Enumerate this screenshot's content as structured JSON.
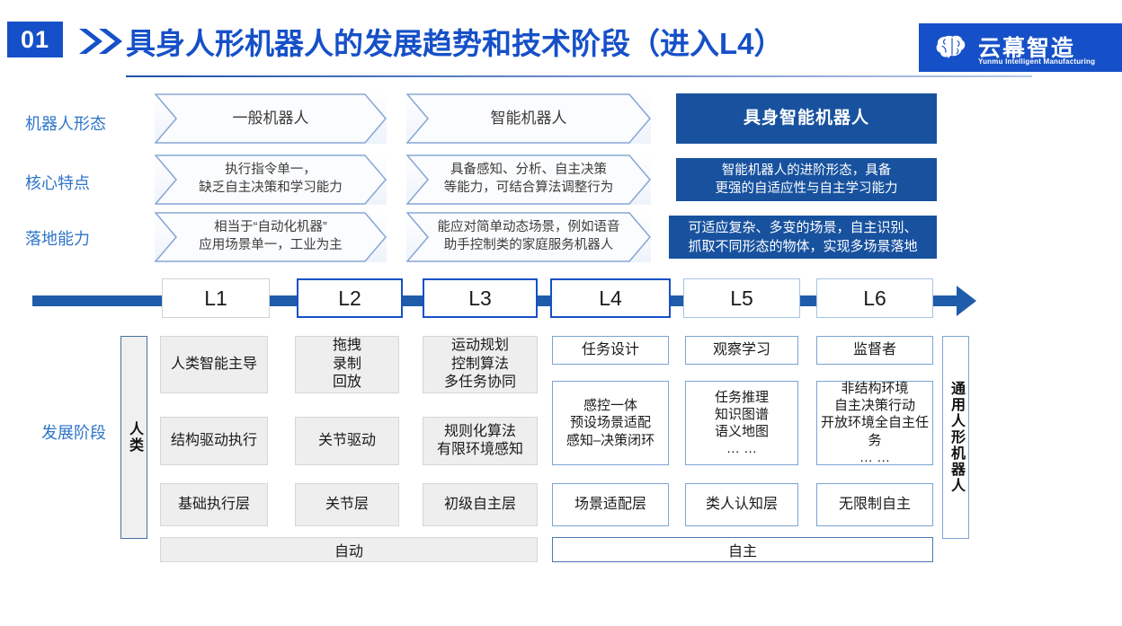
{
  "header": {
    "badge_number": "01",
    "chevron_icon": "double-chevron-right-icon",
    "title": "具身人形机器人的发展趋势和技术阶段（进入L4）",
    "accent_color": "#1650c8",
    "logo": {
      "icon": "brain-icon",
      "name_cn": "云幕智造",
      "name_en": "Yunmu Intelligent Manufacturing"
    }
  },
  "row_labels": [
    "机器人形态",
    "核心特点",
    "落地能力"
  ],
  "stage_label": "发展阶段",
  "matrix_rows": [
    {
      "label": "机器人形态",
      "cells": [
        {
          "text": "一般机器人",
          "style": "chevron"
        },
        {
          "text": "智能机器人",
          "style": "chevron"
        },
        {
          "text": "具身智能机器人",
          "style": "dark-title"
        }
      ]
    },
    {
      "label": "核心特点",
      "cells": [
        {
          "text": "执行指令单一，\n缺乏自主决策和学习能力",
          "style": "chevron"
        },
        {
          "text": "具备感知、分析、自主决策\n等能力，可结合算法调整行为",
          "style": "chevron"
        },
        {
          "text": "智能机器人的进阶形态，具备\n更强的自适应性与自主学习能力",
          "style": "dark"
        }
      ]
    },
    {
      "label": "落地能力",
      "cells": [
        {
          "text": "相当于“自动化机器”\n应用场景单一，工业为主",
          "style": "chevron"
        },
        {
          "text": "能应对简单动态场景，例如语音\n助手控制类的家庭服务机器人",
          "style": "chevron"
        },
        {
          "text": "可适应复杂、多变的场景，自主识别、\n抓取不同形态的物体，实现多场景落地",
          "style": "dark"
        }
      ]
    }
  ],
  "levels": [
    {
      "label": "L1",
      "emphasis": "soft"
    },
    {
      "label": "L2",
      "emphasis": "strong"
    },
    {
      "label": "L3",
      "emphasis": "strong"
    },
    {
      "label": "L4",
      "emphasis": "strong"
    },
    {
      "label": "L5",
      "emphasis": "lite"
    },
    {
      "label": "L6",
      "emphasis": "lite"
    }
  ],
  "side_labels": {
    "left_vertical": "人类",
    "right_vertical": "通用人形机器人"
  },
  "grid": {
    "columns": [
      "L1",
      "L2",
      "L3",
      "L4",
      "L5",
      "L6"
    ],
    "rows": [
      {
        "name": "capability-row",
        "cells": [
          "人类智能主导",
          "拖拽\n录制\n回放",
          "运动规划\n控制算法\n多任务协同",
          "任务设计",
          "观察学习",
          "监督者"
        ]
      },
      {
        "name": "technology-row",
        "cells": [
          "结构驱动执行",
          "关节驱动",
          "规则化算法\n有限环境感知",
          "感控一体\n预设场景适配\n感知–决策闭环",
          "任务推理\n知识图谱\n语义地图\n… …",
          "非结构环境\n自主决策行动\n开放环境全自主任务\n… …"
        ]
      },
      {
        "name": "layer-row",
        "cells": [
          "基础执行层",
          "关节层",
          "初级自主层",
          "场景适配层",
          "类人认知层",
          "无限制自主"
        ]
      }
    ]
  },
  "footer_bands": [
    {
      "text": "自动",
      "span": "L1-L3",
      "style": "gray"
    },
    {
      "text": "自主",
      "span": "L4-L6",
      "style": "blue"
    }
  ]
}
